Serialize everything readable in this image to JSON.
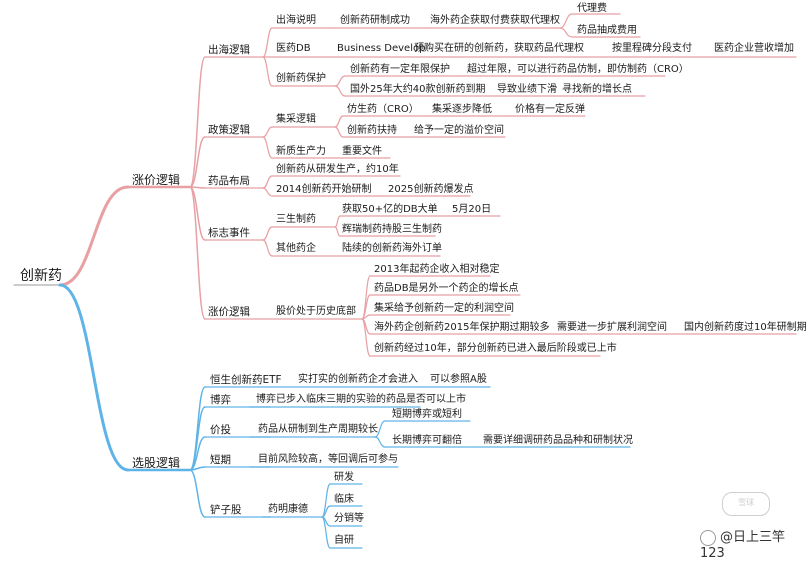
{
  "colors": {
    "red_branch": "#e8a0a3",
    "blue_branch": "#5fb3e6",
    "red_main": "#e27c82",
    "blue_main": "#3aa0e0"
  },
  "root": "创新药",
  "branches": [
    {
      "label": "涨价逻辑"
    },
    {
      "label": "选股逻辑"
    }
  ],
  "nodes": [
    "出海逻辑",
    "出海说明",
    "创新药研制成功",
    "海外药企获取付费获取代理权",
    "代理费",
    "药品抽成费用",
    "医药DB",
    "Business Develop",
    "预购买在研的创新药，获取药品代理权",
    "按里程碑分段支付",
    "医药企业营收增加",
    "创新药保护",
    "创新药有一定年限保护",
    "超过年限，可以进行药品仿制，即仿制药（CRO）",
    "国外25年大约40款创新药到期",
    "导致业绩下滑",
    "寻找新的增长点",
    "政策逻辑",
    "集采逻辑",
    "仿生药（CRO）",
    "集采逐步降低",
    "价格有一定反弹",
    "创新药扶持",
    "给予一定的溢价空间",
    "新质生产力",
    "重要文件",
    "药品布局",
    "创新药从研发生产，约10年",
    "2014创新药开始研制",
    "2025创新药爆发点",
    "标志事件",
    "三生制药",
    "获取50+亿的DB大单",
    "5月20日",
    "辉瑞制药持股三生制药",
    "其他药企",
    "陆续的创新药海外订单",
    "涨价逻辑",
    "股价处于历史底部",
    "2013年起药企收入相对稳定",
    "药品DB是另外一个药企的增长点",
    "集采给予创新药一定的利润空间",
    "海外药企创新药2015年保护期过期较多",
    "需要进一步扩展利润空间",
    "国内创新药度过10年研制期",
    "创新药经过10年，部分创新药已进入最后阶段或已上市",
    "恒生创新药ETF",
    "实打实的创新药企才会进入",
    "可以参照A股",
    "博弈",
    "博弈已步入临床三期的实验的药品是否可以上市",
    "价投",
    "药品从研制到生产周期较长",
    "短期博弈或短利",
    "长期博弈可翻倍",
    "需要详细调研药品品种和研制状况",
    "短期",
    "目前风险较高，等回调后可参与",
    "铲子股",
    "药明康德",
    "研发",
    "临床",
    "分销等",
    "自研"
  ],
  "watermark": "@日上三竿123",
  "stamp": "雪球"
}
